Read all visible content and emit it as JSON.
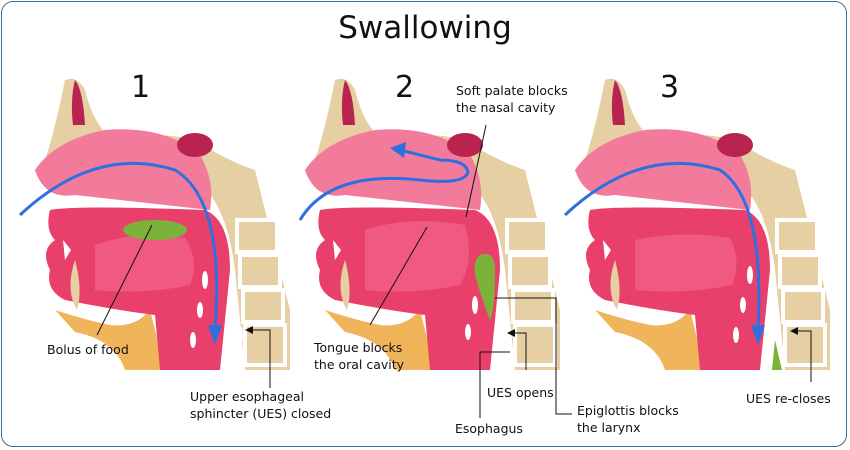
{
  "title": "Swallowing",
  "colors": {
    "border": "#3b6f8f",
    "tissue": "#e8406a",
    "tissue_light": "#f27a9a",
    "bone": "#e6cfa3",
    "skin": "#f0b45a",
    "bolus": "#7bb23a",
    "arrow": "#2f6fe0",
    "cartilage": "#ffffff",
    "airway_gap": "#d7e8ef"
  },
  "panels": [
    {
      "number": "1",
      "labels": [
        {
          "text": "Bolus of food"
        },
        {
          "text_line1": "Upper esophageal",
          "text_line2": "sphincter (UES) closed"
        }
      ]
    },
    {
      "number": "2",
      "labels": [
        {
          "text_line1": "Soft palate blocks",
          "text_line2": "the nasal cavity"
        },
        {
          "text_line1": "Tongue blocks",
          "text_line2": "the oral cavity"
        },
        {
          "text": "UES opens"
        },
        {
          "text": "Esophagus"
        },
        {
          "text_line1": "Epiglottis blocks",
          "text_line2": "the larynx"
        }
      ]
    },
    {
      "number": "3",
      "labels": [
        {
          "text": "UES re-closes"
        }
      ]
    }
  ]
}
